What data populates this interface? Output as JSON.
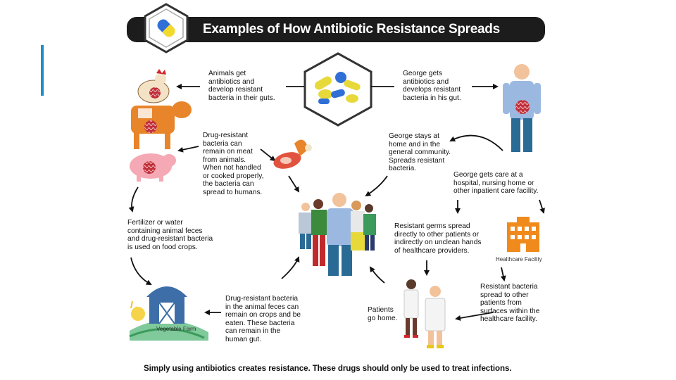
{
  "slide": {
    "accent_color": "#1a8fc9",
    "title": "Examples of How Antibiotic Resistance Spreads",
    "footer": "Simply using antibiotics creates resistance.  These drugs should only be used to treat infections."
  },
  "captions": {
    "animals": "Animals get\nantibiotics and\ndevelop resistant\nbacteria in their guts.",
    "george_gets": "George gets\nantibiotics and\ndevelops resistant\nbacteria in his gut.",
    "meat": "Drug-resistant\nbacteria can\nremain on meat\nfrom animals.\nWhen not handled\nor cooked properly,\nthe bacteria can\nspread to humans.",
    "george_stays": "George stays at\nhome and in the\ngeneral community.\nSpreads resistant\nbacteria.",
    "george_care": "George gets care at a\nhospital, nursing home or\nother inpatient care facility.",
    "fertilizer": "Fertilizer or water\ncontaining animal feces\nand drug-resistant bacteria\nis used on food crops.",
    "germs": "Resistant germs spread\ndirectly to other patients or\nindirectly on unclean hands\nof healthcare providers.",
    "healthcare_facility": "Healthcare Facility",
    "crops": "Drug-resistant bacteria\nin the animal feces can\nremain on crops and be\neaten. These bacteria\ncan remain in the\nhuman gut.",
    "patients": "Patients\ngo home.",
    "facility_spread": "Resistant bacteria\nspread to other\npatients from\nsurfaces within the\nhealthcare facility.",
    "vegetable_farm": "Vegetable Farm"
  },
  "icons": {
    "title": "pill-capsule-hexagon-icon",
    "center": "pills-hexagon-icon"
  },
  "colors": {
    "bacteria": "#c0303a",
    "shirt_blue": "#9bb8e0",
    "pants_blue": "#2a6b96",
    "facility_orange": "#f08a1c",
    "barn_blue": "#3d6ea8",
    "pill_yellow": "#e8d93a"
  }
}
